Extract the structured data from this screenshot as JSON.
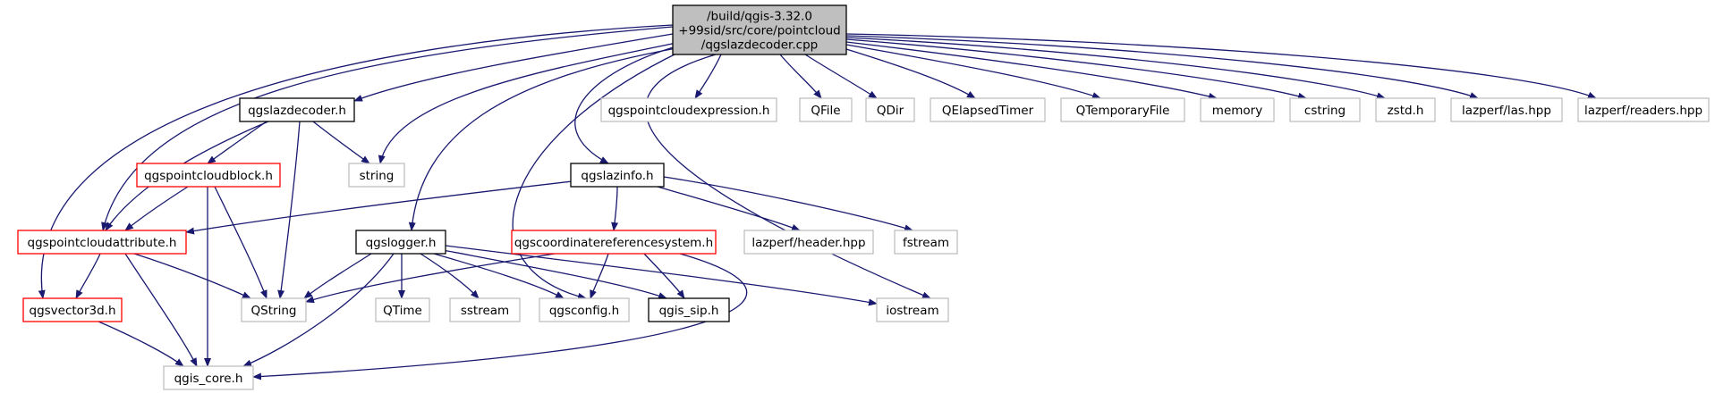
{
  "diagram": {
    "colors": {
      "edge": "#191970",
      "root_fill": "#bfbfbf",
      "root_border": "#000000",
      "documented_border": "#000000",
      "incomplete_border": "#ff0000",
      "external_border": "#bfbfbf",
      "node_fill": "#ffffff"
    },
    "nodes": [
      {
        "id": "root",
        "label": [
          "/build/qgis-3.32.0",
          "+99sid/src/core/pointcloud",
          "/qgslazdecoder.cpp"
        ],
        "kind": "root"
      },
      {
        "id": "qgslazdecoder_h",
        "label": [
          "qgslazdecoder.h"
        ],
        "kind": "documented"
      },
      {
        "id": "qgspointcloudexpression_h",
        "label": [
          "qgspointcloudexpression.h"
        ],
        "kind": "external"
      },
      {
        "id": "QFile",
        "label": [
          "QFile"
        ],
        "kind": "external"
      },
      {
        "id": "QDir",
        "label": [
          "QDir"
        ],
        "kind": "external"
      },
      {
        "id": "QElapsedTimer",
        "label": [
          "QElapsedTimer"
        ],
        "kind": "external"
      },
      {
        "id": "QTemporaryFile",
        "label": [
          "QTemporaryFile"
        ],
        "kind": "external"
      },
      {
        "id": "memory",
        "label": [
          "memory"
        ],
        "kind": "external"
      },
      {
        "id": "cstring",
        "label": [
          "cstring"
        ],
        "kind": "external"
      },
      {
        "id": "zstd_h",
        "label": [
          "zstd.h"
        ],
        "kind": "external"
      },
      {
        "id": "las_hpp",
        "label": [
          "lazperf/las.hpp"
        ],
        "kind": "external"
      },
      {
        "id": "readers_hpp",
        "label": [
          "lazperf/readers.hpp"
        ],
        "kind": "external"
      },
      {
        "id": "qgspointcloudblock_h",
        "label": [
          "qgspointcloudblock.h"
        ],
        "kind": "incomplete"
      },
      {
        "id": "string",
        "label": [
          "string"
        ],
        "kind": "external"
      },
      {
        "id": "qgslazinfo_h",
        "label": [
          "qgslazinfo.h"
        ],
        "kind": "documented"
      },
      {
        "id": "qgspointcloudattribute_h",
        "label": [
          "qgspointcloudattribute.h"
        ],
        "kind": "incomplete"
      },
      {
        "id": "qgslogger_h",
        "label": [
          "qgslogger.h"
        ],
        "kind": "documented"
      },
      {
        "id": "qgscoordinatereferencesystem_h",
        "label": [
          "qgscoordinatereferencesystem.h"
        ],
        "kind": "incomplete"
      },
      {
        "id": "header_hpp",
        "label": [
          "lazperf/header.hpp"
        ],
        "kind": "external"
      },
      {
        "id": "fstream",
        "label": [
          "fstream"
        ],
        "kind": "external"
      },
      {
        "id": "qgsvector3d_h",
        "label": [
          "qgsvector3d.h"
        ],
        "kind": "incomplete"
      },
      {
        "id": "QString",
        "label": [
          "QString"
        ],
        "kind": "external"
      },
      {
        "id": "QTime",
        "label": [
          "QTime"
        ],
        "kind": "external"
      },
      {
        "id": "sstream",
        "label": [
          "sstream"
        ],
        "kind": "external"
      },
      {
        "id": "qgsconfig_h",
        "label": [
          "qgsconfig.h"
        ],
        "kind": "external"
      },
      {
        "id": "qgis_sip_h",
        "label": [
          "qgis_sip.h"
        ],
        "kind": "documented"
      },
      {
        "id": "iostream",
        "label": [
          "iostream"
        ],
        "kind": "external"
      },
      {
        "id": "qgis_core_h",
        "label": [
          "qgis_core.h"
        ],
        "kind": "external"
      }
    ],
    "edges": [
      [
        "root",
        "qgslazdecoder_h"
      ],
      [
        "root",
        "qgspointcloudexpression_h"
      ],
      [
        "root",
        "QFile"
      ],
      [
        "root",
        "QDir"
      ],
      [
        "root",
        "QElapsedTimer"
      ],
      [
        "root",
        "QTemporaryFile"
      ],
      [
        "root",
        "memory"
      ],
      [
        "root",
        "cstring"
      ],
      [
        "root",
        "zstd_h"
      ],
      [
        "root",
        "las_hpp"
      ],
      [
        "root",
        "readers_hpp"
      ],
      [
        "root",
        "string"
      ],
      [
        "root",
        "qgslazinfo_h"
      ],
      [
        "root",
        "qgspointcloudattribute_h"
      ],
      [
        "root",
        "qgsvector3d_h"
      ],
      [
        "root",
        "qgslogger_h"
      ],
      [
        "root",
        "qgsconfig_h"
      ],
      [
        "root",
        "iostream"
      ],
      [
        "qgslazdecoder_h",
        "qgspointcloudblock_h"
      ],
      [
        "qgslazdecoder_h",
        "string"
      ],
      [
        "qgslazdecoder_h",
        "qgspointcloudattribute_h"
      ],
      [
        "qgslazdecoder_h",
        "QString"
      ],
      [
        "qgspointcloudblock_h",
        "qgspointcloudattribute_h"
      ],
      [
        "qgspointcloudblock_h",
        "QString"
      ],
      [
        "qgspointcloudblock_h",
        "qgis_core_h"
      ],
      [
        "qgslazinfo_h",
        "qgspointcloudattribute_h"
      ],
      [
        "qgslazinfo_h",
        "qgscoordinatereferencesystem_h"
      ],
      [
        "qgslazinfo_h",
        "header_hpp"
      ],
      [
        "qgslazinfo_h",
        "fstream"
      ],
      [
        "qgspointcloudattribute_h",
        "qgsvector3d_h"
      ],
      [
        "qgspointcloudattribute_h",
        "QString"
      ],
      [
        "qgspointcloudattribute_h",
        "qgis_core_h"
      ],
      [
        "qgslogger_h",
        "QString"
      ],
      [
        "qgslogger_h",
        "QTime"
      ],
      [
        "qgslogger_h",
        "sstream"
      ],
      [
        "qgslogger_h",
        "qgsconfig_h"
      ],
      [
        "qgslogger_h",
        "qgis_sip_h"
      ],
      [
        "qgslogger_h",
        "iostream"
      ],
      [
        "qgslogger_h",
        "qgis_core_h"
      ],
      [
        "qgscoordinatereferencesystem_h",
        "QString"
      ],
      [
        "qgscoordinatereferencesystem_h",
        "qgsconfig_h"
      ],
      [
        "qgscoordinatereferencesystem_h",
        "qgis_sip_h"
      ],
      [
        "qgscoordinatereferencesystem_h",
        "qgis_core_h"
      ],
      [
        "qgsvector3d_h",
        "qgis_core_h"
      ]
    ]
  }
}
